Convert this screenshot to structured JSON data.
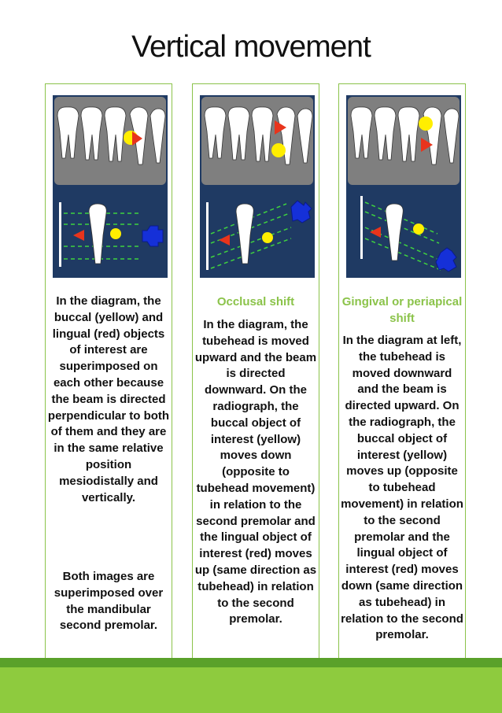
{
  "page": {
    "title": "Vertical movement"
  },
  "columns": [
    {
      "subtitle": "",
      "paragraph1": "In the diagram, the buccal (yellow) and lingual (red) objects of interest are superimposed on each other because the beam is directed perpendicular to both of them and they are in the same relative position mesiodistally and vertically.",
      "paragraph2": "Both images are superimposed over the mandibular second premolar."
    },
    {
      "subtitle": "Occlusal shift",
      "paragraph1": "In the diagram, the tubehead is moved upward and the beam is directed downward. On the radiograph, the buccal object of interest (yellow) moves down (opposite to tubehead movement) in relation to the second premolar and the lingual object of interest (red) moves up (same direction as tubehead) in relation to the second premolar."
    },
    {
      "subtitle": "Gingival or periapical shift",
      "paragraph1": "In the diagram at left, the tubehead is moved downward and the beam is directed upward. On the radiograph, the buccal object of interest (yellow) moves up (opposite to tubehead movement) in relation to the second premolar and the lingual object of interest (red) moves down (same direction as tubehead) in relation to the second premolar."
    }
  ],
  "colors": {
    "accent_green": "#8bc34a",
    "band_dark": "#5aa12a",
    "band_light": "#8ecb3e",
    "buccal_object": "#ffee00",
    "lingual_object": "#e8341c",
    "tubehead": "#1530d8",
    "beam_lines": "#3fd23f"
  }
}
